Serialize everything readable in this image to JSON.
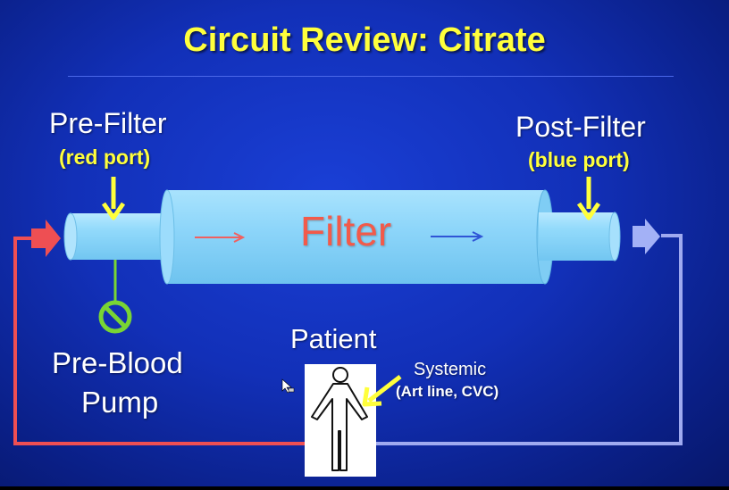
{
  "title": "Circuit Review: Citrate",
  "pre_filter": {
    "label": "Pre-Filter",
    "port": "(red port)"
  },
  "post_filter": {
    "label": "Post-Filter",
    "port": "(blue port)"
  },
  "filter": {
    "label": "Filter"
  },
  "pre_blood_pump": {
    "line1": "Pre-Blood",
    "line2": "Pump"
  },
  "patient": {
    "label": "Patient",
    "access_label": "Systemic",
    "access_detail": "(Art line, CVC)"
  },
  "colors": {
    "background": "#1230b8",
    "title": "#ffff3c",
    "arterial_line": "#ee4f53",
    "venous_line": "#9faaf0",
    "filter_body": "#8dd7fb",
    "filter_text": "#f25a4a",
    "pointer_arrow": "#ffff3c",
    "stopped_symbol": "#79d534"
  },
  "icons": [
    "person-icon",
    "no-symbol-icon",
    "cursor-icon"
  ]
}
